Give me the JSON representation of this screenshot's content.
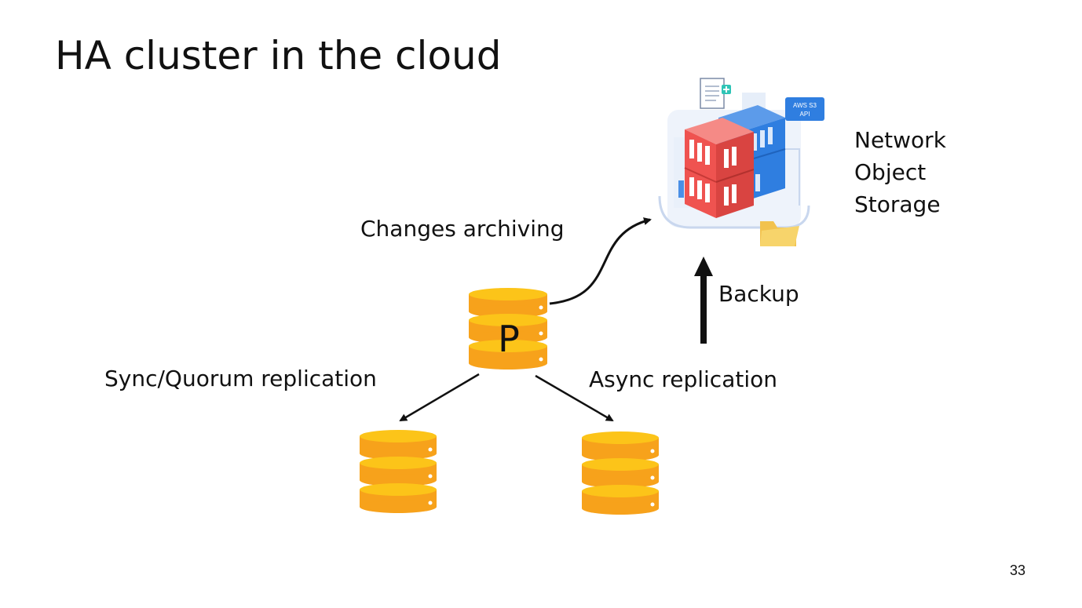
{
  "slide": {
    "title": "HA cluster in the cloud",
    "page_number": "33"
  },
  "labels": {
    "changes_archiving": "Changes archiving",
    "backup": "Backup",
    "sync_quorum": "Sync/Quorum replication",
    "async": "Async replication",
    "primary_node": "P"
  },
  "storage": {
    "line1": "Network",
    "line2": "Object",
    "line3": "Storage",
    "api_badge_line1": "AWS S3",
    "api_badge_line2": "API"
  },
  "colors": {
    "db_orange": "#f7a21b",
    "db_yellow": "#fcc419",
    "server_red": "#ef5350",
    "server_blue": "#2f7ee0",
    "folder_yellow": "#f7d46b",
    "arrow": "#111111"
  }
}
